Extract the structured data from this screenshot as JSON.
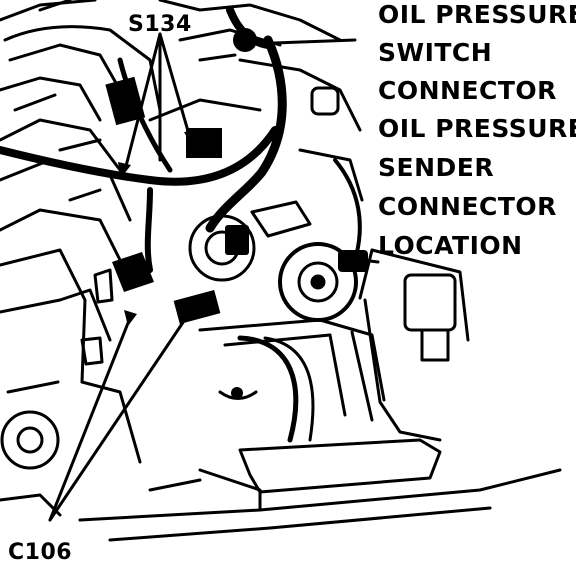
{
  "labels": {
    "s134": "S134",
    "c106": "C106",
    "oil_switch": [
      "OIL PRESSURE",
      "SWITCH",
      "CONNECTOR"
    ],
    "oil_sender": [
      "OIL PRESSURE",
      "SENDER",
      "CONNECTOR",
      "LOCATION"
    ]
  },
  "colors": {
    "ink": "#000000",
    "paper": "#ffffff"
  }
}
